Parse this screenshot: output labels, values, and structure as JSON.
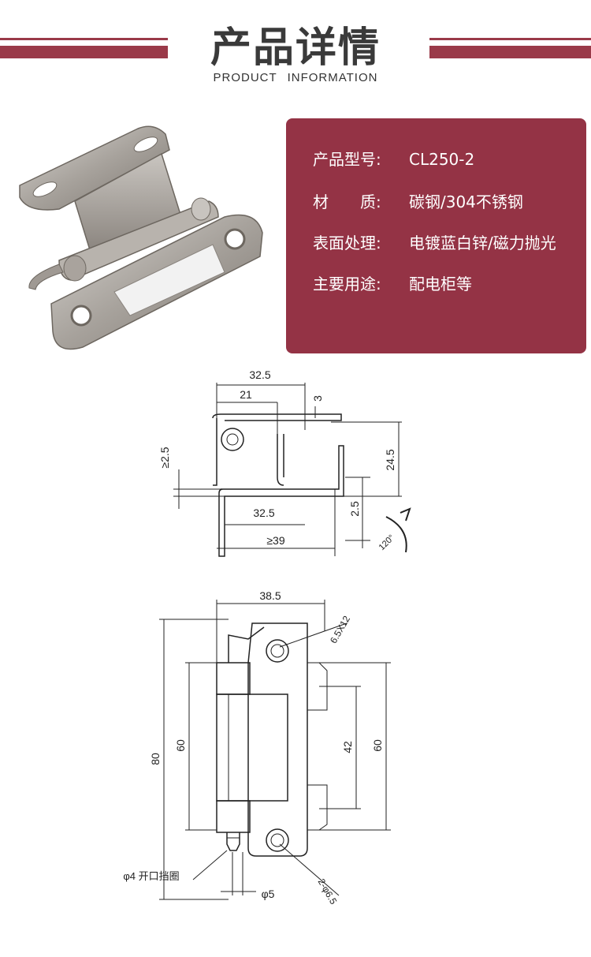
{
  "header": {
    "title": "产品详情",
    "subtitle": "PRODUCT INFORMATION",
    "accent_color": "#943345"
  },
  "specs": [
    {
      "label": "产品型号:",
      "value": "CL250-2"
    },
    {
      "label": "材　　质:",
      "value": "碳钢/304不锈钢"
    },
    {
      "label": "表面处理:",
      "value": "电镀蓝白锌/磁力抛光"
    },
    {
      "label": "主要用途:",
      "value": "配电柜等"
    }
  ],
  "side_view": {
    "dims": [
      "32.5",
      "21",
      "3",
      "≥2.5",
      "24.5",
      "32.5",
      "2.5",
      "≥39"
    ],
    "rotation": "120°"
  },
  "front_view": {
    "dims": [
      "38.5",
      "6.5X12",
      "80",
      "60",
      "42",
      "60",
      "φ5",
      "2-φ6.5"
    ],
    "pin_note": "φ4 开口挡圈"
  }
}
